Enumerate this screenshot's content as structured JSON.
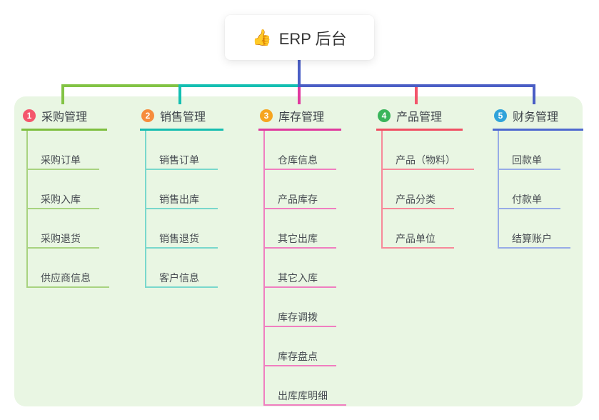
{
  "root": {
    "label": "ERP 后台",
    "icon": "👍"
  },
  "branches": [
    {
      "id": "1",
      "label": "采购管理",
      "line_color": "#7ebf3f",
      "child_line_color": "#a8d380",
      "badge_color": "#f4566c",
      "children": [
        "采购订单",
        "采购入库",
        "采购退货",
        "供应商信息"
      ]
    },
    {
      "id": "2",
      "label": "销售管理",
      "line_color": "#16bdb0",
      "child_line_color": "#79d8cc",
      "badge_color": "#f68c3c",
      "children": [
        "销售订单",
        "销售出库",
        "销售退货",
        "客户信息"
      ]
    },
    {
      "id": "3",
      "label": "库存管理",
      "line_color": "#df3a9e",
      "child_line_color": "#f07ec0",
      "badge_color": "#f6a51f",
      "children": [
        "仓库信息",
        "产品库存",
        "其它出库",
        "其它入库",
        "库存调拨",
        "库存盘点",
        "出库库明细"
      ]
    },
    {
      "id": "4",
      "label": "产品管理",
      "line_color": "#f04f63",
      "child_line_color": "#f7899a",
      "badge_color": "#3ab55b",
      "children": [
        "产品（物料）",
        "产品分类",
        "产品单位"
      ]
    },
    {
      "id": "5",
      "label": "财务管理",
      "line_color": "#4e68cf",
      "child_line_color": "#97abe7",
      "badge_color": "#30a3da",
      "children": [
        "回款单",
        "付款单",
        "结算账户"
      ]
    }
  ],
  "colors": {
    "panel_background": "#e9f6e3",
    "root_connector": "#4a5ec5",
    "bus_green": "#82c344",
    "bus_teal": "#14bfb2",
    "bus_blue": "#4a5ec5",
    "drop_magenta": "#e0399f",
    "drop_red": "#f2556b"
  }
}
